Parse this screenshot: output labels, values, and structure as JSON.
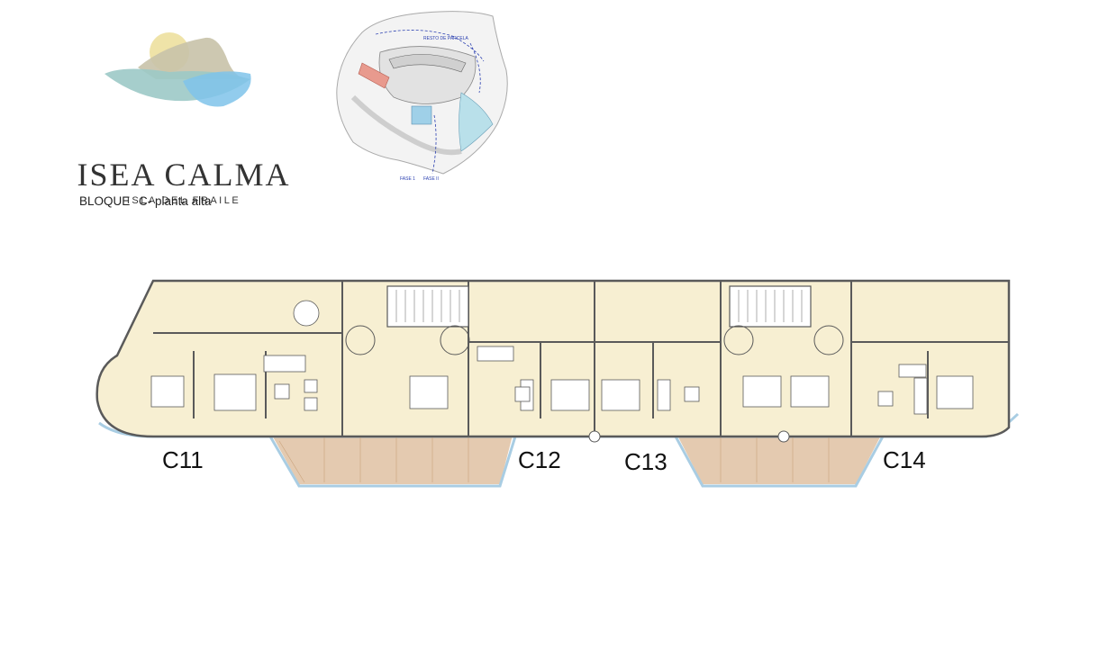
{
  "brand": {
    "name": "ISEA CALMA",
    "subtitle": "ISLA DEL FRAILE"
  },
  "block_caption": {
    "block": "BLOQUE",
    "floor": "C- planta alta"
  },
  "site_plan": {
    "parcel_label": "RESTO DE PARCELA",
    "phase_labels": [
      "FASE 1",
      "FASE II"
    ]
  },
  "units": [
    "C11",
    "C12",
    "C13",
    "C14"
  ],
  "colors": {
    "floor_fill": "#f7efd2",
    "wall": "#5a5a5a",
    "terrace": "#d8b38e",
    "water_edge": "#a9cde3",
    "logo_sun": "#efe3a8",
    "logo_mountain": "#c8c2a8",
    "logo_sea_green": "#9cc9c6",
    "logo_sea_blue": "#7fc3ea"
  }
}
